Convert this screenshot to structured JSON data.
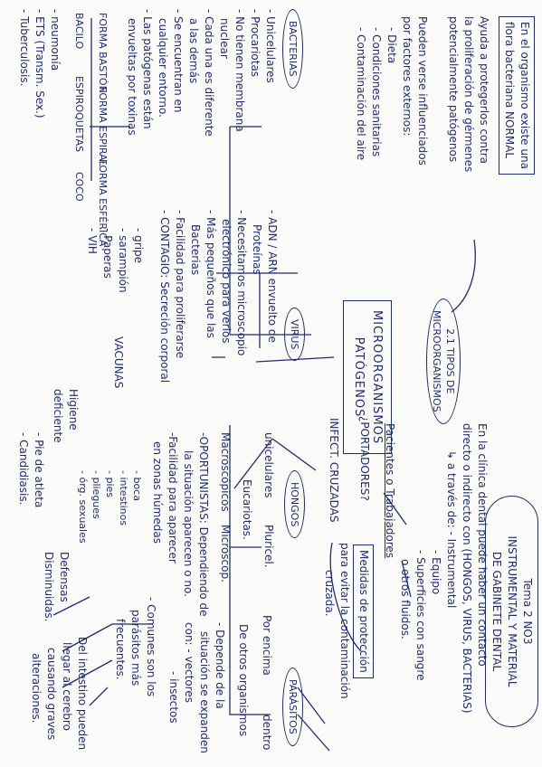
{
  "header": {
    "tema": "Tema 2 NO3",
    "tema_sub1": "INSTRUMENTAL Y MATERIAL",
    "tema_sub2": "DE GABINETE DENTAL"
  },
  "central": {
    "line1": "MICROORGANISMOS",
    "line2": "PATÓGENOS"
  },
  "flora_box": {
    "line1": "En el organismo existe una",
    "line2": "flora bacteriana NORMAL"
  },
  "flora_text": {
    "lines": [
      "Ayuda a protegerlos contra",
      "la proliferación de gérmenes",
      "potencialmente patógenos",
      "",
      "Pueden verse influenciados",
      "por factores externos:",
      "- Dieta",
      "- Condiciones sanitarias",
      "- Contaminación del aire"
    ]
  },
  "tipos_oval": {
    "line1": "2.1 TIPOS DE",
    "line2": "MICROORGANISMOS"
  },
  "contacto": {
    "lines": [
      "En la clínica dental puede haber un contacto",
      "directo o indirecto con (HONGOS, VIRUS, BACTERIAS)",
      "↳ a través de: - Instrumental",
      "- Equipo",
      "- Superficies con sangre",
      "o otros fluidos."
    ]
  },
  "pacientes": {
    "text": "Pacientes o Trabajadores"
  },
  "portadores": {
    "text": "¿PORTADORES?"
  },
  "medidas_box": {
    "text": "Medidas de protección"
  },
  "medidas_text": {
    "line1": "para evitar la contaminación",
    "line2": "cruzada."
  },
  "infecciones": {
    "text": "INFECT. CRUZADAS"
  },
  "bacterias": {
    "label": "BACTERIAS",
    "items": [
      "- Unicelulares",
      "- Procariotas",
      "- No tienen membrana",
      "nuclear",
      "- Cada una es diferente",
      "a las demás",
      "- Se encuentran en",
      "cualquier entorno.",
      "- Las patógenas están",
      "envueltas por toxinas"
    ],
    "forma_baston": "FORMA BASTÓN",
    "forma_espiral": "FORMA ESPIRAL",
    "forma_esferica": "FORMA ESFÉRICA",
    "bacilo": "BACILO",
    "espiroquetas": "ESPIROQUETAS",
    "coco": "COCO",
    "diseases": [
      "- neumonía",
      "- ETS (Transm. Sex.)",
      "- Tuberculosis."
    ]
  },
  "virus": {
    "label": "VIRUS",
    "items": [
      "- ADN / ARN envuelto de",
      "Proteínas",
      "- Necesitamos microscopio",
      "electrónico para verlos",
      "- Más pequeños que las",
      "Bacterias",
      "- Facilidad para proliferarse",
      "- CONTAGIO: Secreción corporal"
    ],
    "diseases": [
      "- gripe",
      "- sarampión",
      "- Paperas",
      "- VIH"
    ],
    "vacunas": "VACUNAS"
  },
  "hongos": {
    "label": "HONGOS",
    "unicelulares": "unicelulares",
    "pluricel": "Pluricel.",
    "eucariotas": "Eucariotas.",
    "macroscopicos": "Macroscópicos",
    "microscop": "Microscop.",
    "items": [
      "-OPORTUNISTAS: Dependiendo de",
      "la situación aparecen o no.",
      "-Facilidad para aparecer",
      "en zonas húmedas"
    ],
    "zonas": [
      "- boca",
      "- intestinos",
      "- pies",
      "- pliegues",
      "- órg. sexuales"
    ],
    "higiene": "Higiene deficiente",
    "defensas": "Defensas Disminuidas.",
    "diseases": [
      "- Pie de atleta",
      "- Candidiasis."
    ]
  },
  "parasitos": {
    "label": "PARÁSITOS",
    "fuera": "Por encima",
    "dentro": "dentro",
    "de_otros": "De otros organismos",
    "items": [
      "- Depende de la",
      "situación se expanden",
      "con: - vectores",
      "- insectos"
    ],
    "comunes": [
      "- Comunes son los",
      "parásitos más",
      "frecuentes."
    ],
    "intestino": [
      "Del intestino pueden",
      "llegar al cerebro",
      "causando graves",
      "alteraciones."
    ]
  }
}
